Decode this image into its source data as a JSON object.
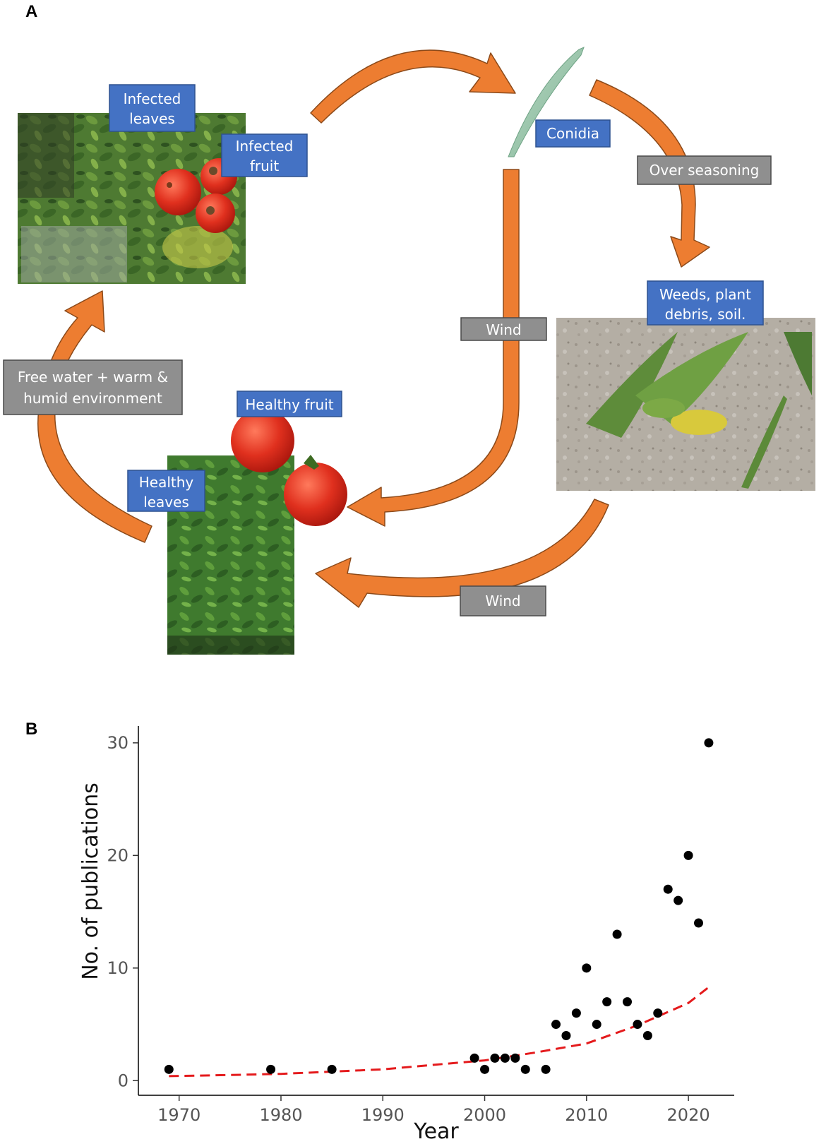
{
  "panel_a": {
    "letter": "A",
    "labels": {
      "infected_leaves": [
        "Infected",
        "leaves"
      ],
      "infected_fruit": [
        "Infected",
        "fruit"
      ],
      "conidia": "Conidia",
      "over_seasoning": "Over seasoning",
      "weeds": [
        "Weeds, plant",
        "debris, soil."
      ],
      "wind_vertical": "Wind",
      "wind_bottom": "Wind",
      "free_water": [
        "Free water + warm &",
        "humid environment"
      ],
      "healthy_fruit": "Healthy fruit",
      "healthy_leaves": [
        "Healthy",
        "leaves"
      ]
    },
    "colors": {
      "arrow": "#ED7D31",
      "blue_label": "#4472C4",
      "gray_label": "#8F8F8F"
    }
  },
  "panel_b": {
    "letter": "B"
  },
  "chart_data": {
    "type": "scatter",
    "title": "",
    "xlabel": "Year",
    "ylabel": "No. of publications",
    "xlim": [
      1966,
      2024.5
    ],
    "ylim": [
      -1.3,
      31.5
    ],
    "x_ticks": [
      1970,
      1980,
      1990,
      2000,
      2010,
      2020
    ],
    "y_ticks": [
      0,
      10,
      20,
      30
    ],
    "grid": false,
    "series": [
      {
        "x": [
          1969,
          1979,
          1985,
          1999,
          2000,
          2001,
          2002,
          2003,
          2004,
          2006,
          2007,
          2008,
          2009,
          2010,
          2011,
          2012,
          2013,
          2014,
          2015,
          2016,
          2017,
          2018,
          2019,
          2020,
          2021,
          2022
        ],
        "y": [
          1,
          1,
          1,
          2,
          1,
          2,
          2,
          2,
          1,
          1,
          5,
          4,
          6,
          10,
          5,
          7,
          13,
          7,
          5,
          4,
          6,
          17,
          16,
          20,
          14,
          30
        ],
        "color": "#000000"
      }
    ],
    "trend": {
      "style": "dashed",
      "color": "#E41A1C",
      "x": [
        1969,
        1975,
        1980,
        1985,
        1990,
        1995,
        2000,
        2005,
        2010,
        2015,
        2020,
        2022
      ],
      "y": [
        0.4,
        0.5,
        0.6,
        0.8,
        1.0,
        1.4,
        1.8,
        2.5,
        3.3,
        4.9,
        6.9,
        8.3
      ]
    }
  }
}
